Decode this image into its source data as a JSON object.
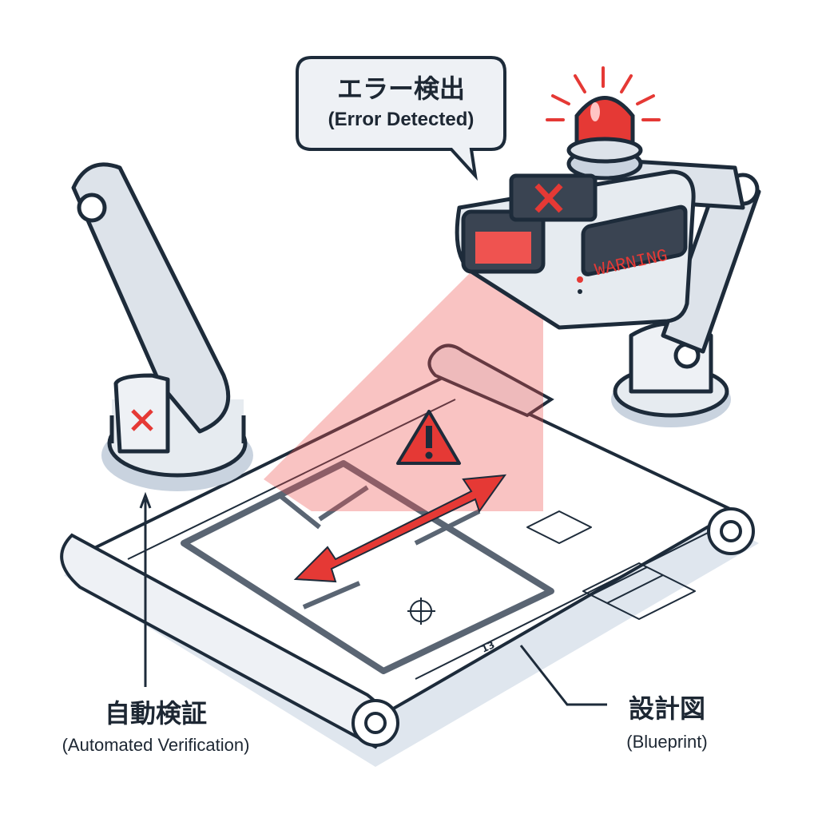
{
  "callouts": {
    "error": {
      "jp": "エラー検出",
      "en": "(Error Detected)"
    },
    "verification": {
      "jp": "自動検証",
      "en": "(Automated Verification)"
    },
    "blueprint": {
      "jp": "設計図",
      "en": "(Blueprint)"
    }
  },
  "scanner": {
    "display_text": "WARNING"
  },
  "blueprint": {
    "dimension_label": "13"
  },
  "colors": {
    "outline": "#1d2b3a",
    "alert": "#e53935",
    "metal": "#dde3ea",
    "shadow": "#c9d3df"
  }
}
